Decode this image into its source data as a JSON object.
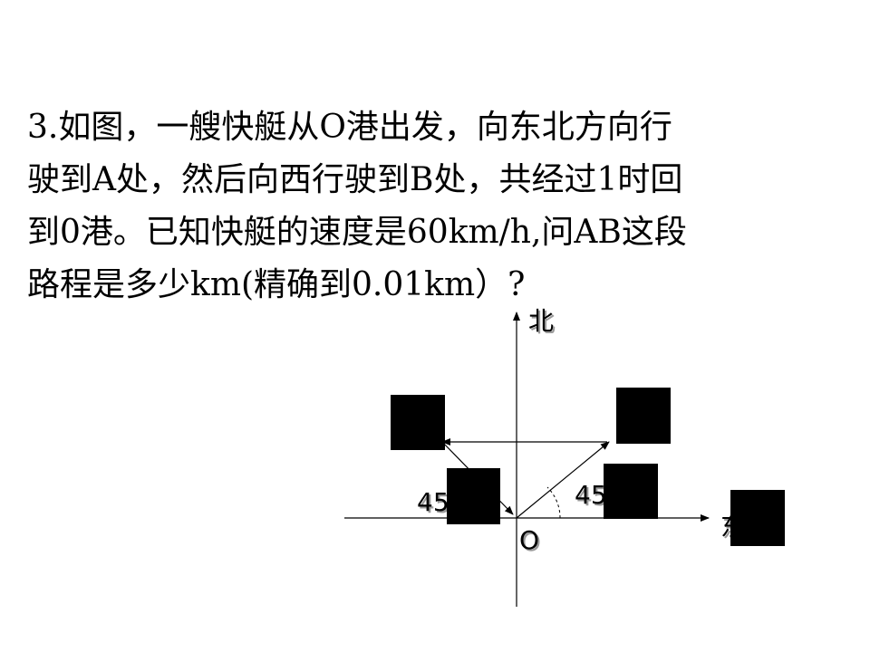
{
  "problem": {
    "lines": [
      "3.如图，一艘快艇从O港出发，向东北方向行",
      "驶到A处，然后向西行驶到B处，共经过1时回",
      "到0港。已知快艇的速度是60km/h,问AB这段",
      "路程是多少km(精确到0.01km）?"
    ]
  },
  "diagram": {
    "north_label": "北",
    "east_label": "东",
    "origin_label": "O",
    "angle_left_label": "45°",
    "angle_right_label": "45°",
    "redaction_color": "#000000"
  }
}
